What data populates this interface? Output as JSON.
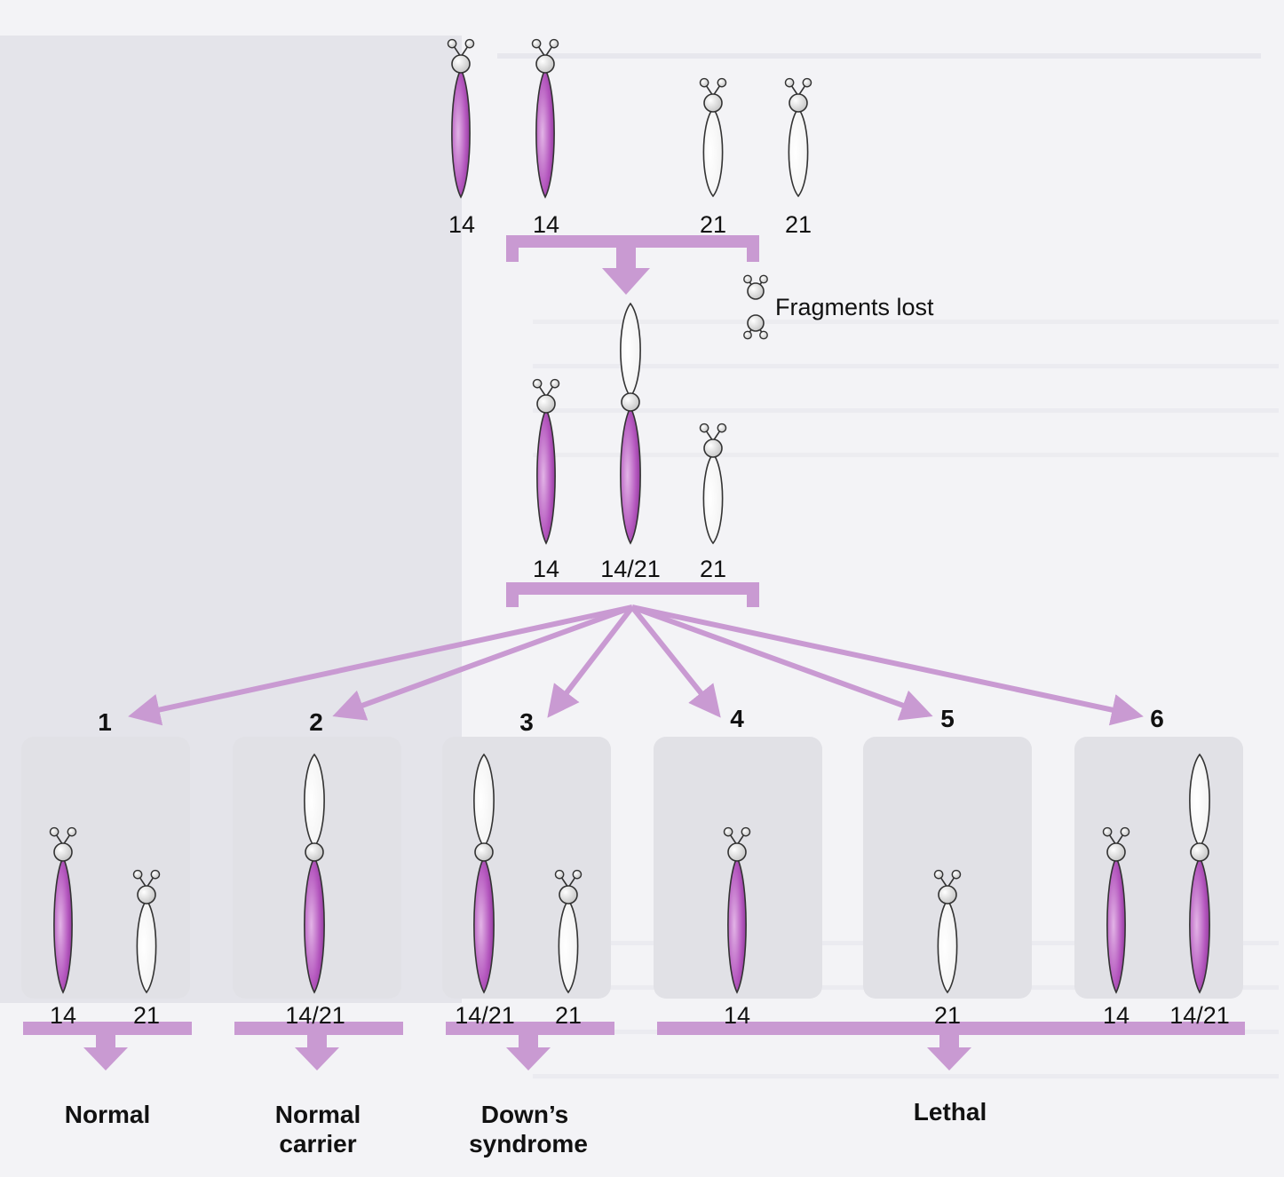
{
  "colors": {
    "page": "#f3f3f6",
    "left_panel": "#e4e4ea",
    "box": "#e1e1e6",
    "arrow": "#c99ad2",
    "chromosome_purple": "#b456be",
    "chromosome_white": "#fbfbfb",
    "outline": "#333333"
  },
  "top_labels": [
    "14",
    "14",
    "21",
    "21"
  ],
  "fragments_lost": "Fragments lost",
  "middle_labels": [
    "14",
    "14/21",
    "21"
  ],
  "gametes": [
    {
      "number": "1",
      "labels": [
        "14",
        "21"
      ]
    },
    {
      "number": "2",
      "labels": [
        "14/21"
      ]
    },
    {
      "number": "3",
      "labels": [
        "14/21",
        "21"
      ]
    },
    {
      "number": "4",
      "labels": [
        "14"
      ]
    },
    {
      "number": "5",
      "labels": [
        "21"
      ]
    },
    {
      "number": "6",
      "labels": [
        "14",
        "14/21"
      ]
    }
  ],
  "outcomes": {
    "normal": "Normal",
    "carrier_line1": "Normal",
    "carrier_line2": "carrier",
    "downs_line1": "Down’s",
    "downs_line2": "syndrome",
    "lethal": "Lethal"
  }
}
